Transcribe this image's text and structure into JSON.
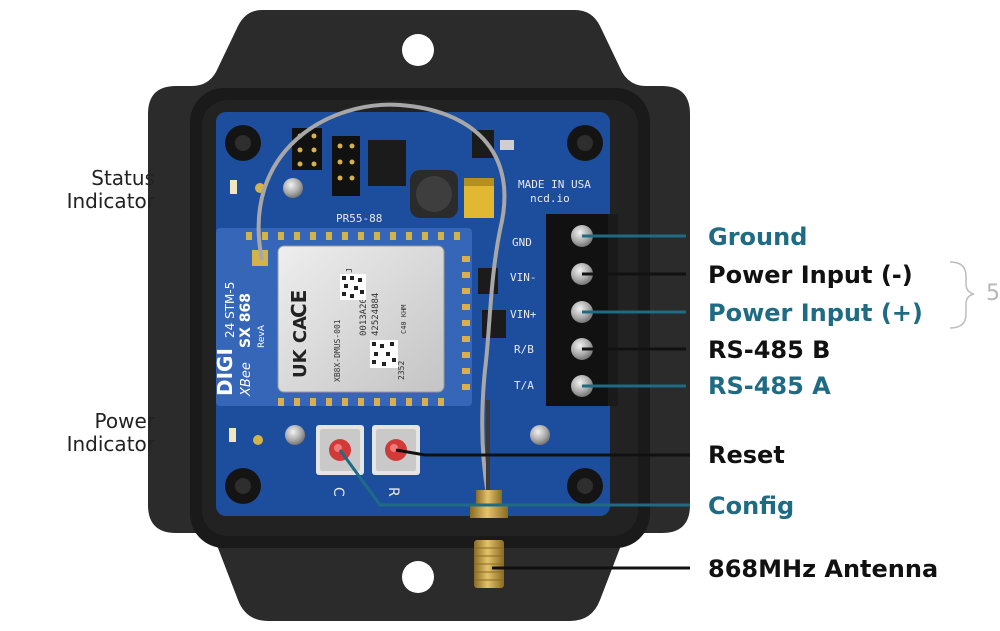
{
  "side_labels": {
    "status": [
      "Status",
      "Indicator"
    ],
    "power": [
      "Power",
      "Indicator"
    ]
  },
  "callouts": [
    {
      "id": "ground",
      "text": "Ground",
      "color": "#1f6b84"
    },
    {
      "id": "power-input-neg",
      "text": "Power Input (-)",
      "color": "#111111"
    },
    {
      "id": "power-input-pos",
      "text": "Power Input (+)",
      "color": "#1f6b84"
    },
    {
      "id": "rs485-b",
      "text": "RS-485 B",
      "color": "#111111"
    },
    {
      "id": "rs485-a",
      "text": "RS-485 A",
      "color": "#1f6b84"
    },
    {
      "id": "reset",
      "text": "Reset",
      "color": "#111111"
    },
    {
      "id": "config",
      "text": "Config",
      "color": "#1f6b84"
    },
    {
      "id": "antenna",
      "text": "868MHz Antenna",
      "color": "#111111"
    }
  ],
  "brace_note": "5",
  "board": {
    "silkscreen_made": "MADE IN USA",
    "silkscreen_site": "ncd.io",
    "board_id": "PR55-88",
    "terminal_labels": [
      "GND",
      "VIN-",
      "VIN+",
      "R/B",
      "T/A"
    ],
    "button_labels": [
      "C",
      "R"
    ]
  },
  "module": {
    "brand": "DIGI",
    "series": "XBee",
    "model": "SX 868",
    "side_text": "24 STM-5",
    "rev": "RevA",
    "cert_marks": [
      "UK CA",
      "CE"
    ],
    "part_number": "XB8X-DMUS-001",
    "serial_line1": "0013A200",
    "serial_line2": "42524884",
    "serial_small": "C40 KHM",
    "rev_small": "rev J",
    "lot": "2352"
  },
  "colors": {
    "enclosure": "#2a2a2a",
    "pcb": "#1d4e9e",
    "module": "#3566b8",
    "shield": "#d6d6d6",
    "teal_text": "#1f6b84",
    "dark_text": "#111111",
    "button_red": "#d23a3a",
    "brass": "#c9a546"
  }
}
